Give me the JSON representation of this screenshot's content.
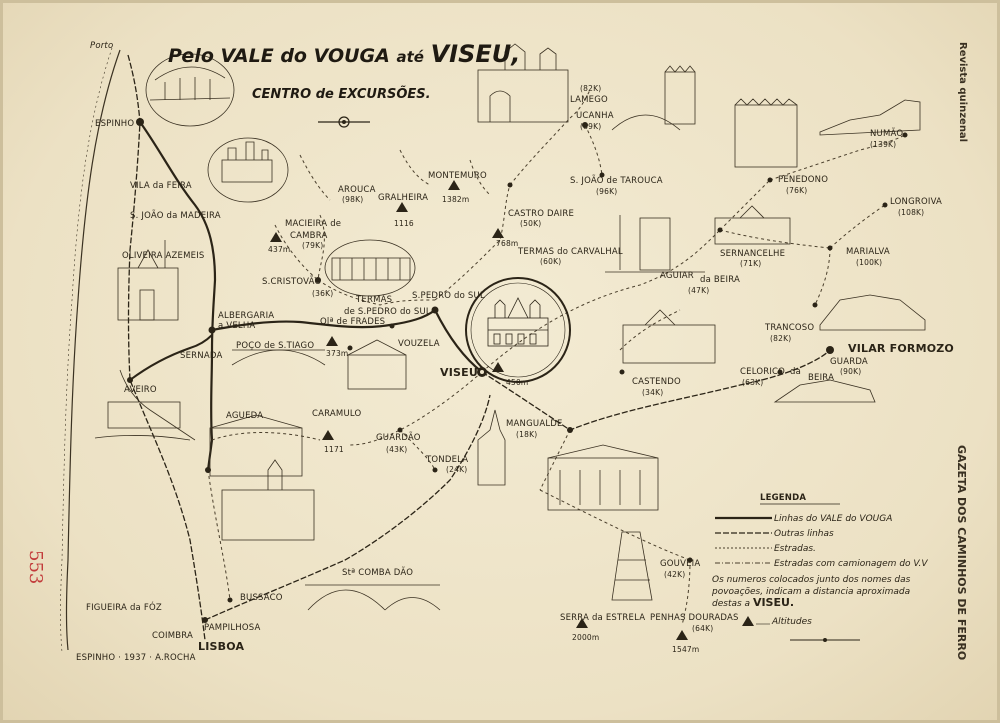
{
  "title": {
    "line1_prefix": "Pelo",
    "line1_main": "VALE do VOUGA",
    "line1_mid": "até",
    "line1_city": "VISEU,",
    "line2": "CENTRO de EXCURSÕES."
  },
  "side": {
    "magazine": "Revista quinzenal",
    "gazette": "GAZETA DOS CAMINHOS DE FERRO",
    "page_number": "553"
  },
  "signature": "ESPINHO · 1937 · A.ROCHA",
  "legend": {
    "title": "LEGENDA",
    "items": [
      "Linhas do VALE do VOUGA",
      "Outras linhas",
      "Estradas.",
      "Estradas com camionagem do V.V"
    ],
    "note_lines": [
      "Os numeros colocados junto dos nomes das",
      "povoações, indicam a distancia aproximada",
      "destas a"
    ],
    "note_city": "VISEU.",
    "altitudes": "Altitudes"
  },
  "places": [
    {
      "id": "porto",
      "name": "Porto"
    },
    {
      "id": "espinho",
      "name": "ESPINHO"
    },
    {
      "id": "vila-feira",
      "name": "VILA da FEIRA"
    },
    {
      "id": "sao-joao-madeira",
      "name": "S. JOÃO da MADEIRA"
    },
    {
      "id": "oliveira-azemeis",
      "name": "OLIVEIRA AZEMEIS"
    },
    {
      "id": "albergaria",
      "name": "ALBERGARIA"
    },
    {
      "id": "albergaria-2",
      "name": "a VELHA"
    },
    {
      "id": "sernada",
      "name": "SERNADA"
    },
    {
      "id": "poco-tiago",
      "name": "POÇO de S.TIAGO"
    },
    {
      "id": "aveiro",
      "name": "AVEIRO"
    },
    {
      "id": "agueda",
      "name": "AGUEDA"
    },
    {
      "id": "caramulo",
      "name": "CARAMULO"
    },
    {
      "id": "arouca",
      "name": "AROUCA"
    },
    {
      "id": "arouca-d",
      "name": "(98K)"
    },
    {
      "id": "macieira",
      "name": "MACIEIRA de"
    },
    {
      "id": "macieira-2",
      "name": "CAMBRA"
    },
    {
      "id": "macieira-d",
      "name": "(79K)"
    },
    {
      "id": "s-cristovao",
      "name": "S.CRISTOVÃO"
    },
    {
      "id": "s-cristovao-d",
      "name": "(36K)"
    },
    {
      "id": "gralheira",
      "name": "GRALHEIRA"
    },
    {
      "id": "montemuro",
      "name": "MONTEMURO"
    },
    {
      "id": "castro-daire",
      "name": "CASTRO DAIRE"
    },
    {
      "id": "castro-daire-d",
      "name": "(50K)"
    },
    {
      "id": "termas-carvalhal",
      "name": "TERMAS do CARVALHAL"
    },
    {
      "id": "termas-carvalhal-d",
      "name": "(60K)"
    },
    {
      "id": "termas-spedro",
      "name": "TERMAS"
    },
    {
      "id": "termas-spedro-2",
      "name": "de S.PEDRO do SUL"
    },
    {
      "id": "spedro-sul",
      "name": "S.PEDRO do SUL"
    },
    {
      "id": "oliveira-frades",
      "name": "Olª de FRADES"
    },
    {
      "id": "vouzela",
      "name": "VOUZELA"
    },
    {
      "id": "viseu",
      "name": "VISEU"
    },
    {
      "id": "lamego",
      "name": "LAMEGO"
    },
    {
      "id": "lamego-d",
      "name": "(82K)"
    },
    {
      "id": "ucanha",
      "name": "UCANHA"
    },
    {
      "id": "ucanha-d",
      "name": "(89K)"
    },
    {
      "id": "s-joao-tarouca",
      "name": "S. JOÃO de TAROUCA"
    },
    {
      "id": "s-joao-tarouca-d",
      "name": "(96K)"
    },
    {
      "id": "penedono",
      "name": "PENEDONO"
    },
    {
      "id": "penedono-d",
      "name": "(76K)"
    },
    {
      "id": "numao",
      "name": "NUMÃO"
    },
    {
      "id": "numao-d",
      "name": "(139K)"
    },
    {
      "id": "longroiva",
      "name": "LONGROIVA"
    },
    {
      "id": "longroiva-d",
      "name": "(108K)"
    },
    {
      "id": "sernancelhe",
      "name": "SERNANCELHE"
    },
    {
      "id": "sernancelhe-d",
      "name": "(71K)"
    },
    {
      "id": "marialva",
      "name": "MARIALVA"
    },
    {
      "id": "marialva-d",
      "name": "(100K)"
    },
    {
      "id": "aguiar",
      "name": "AGUIAR"
    },
    {
      "id": "aguiar-2",
      "name": "da BEIRA"
    },
    {
      "id": "aguiar-d",
      "name": "(47K)"
    },
    {
      "id": "trancoso",
      "name": "TRANCOSO"
    },
    {
      "id": "trancoso-d",
      "name": "(82K)"
    },
    {
      "id": "vilar-formozo",
      "name": "VILAR FORMOZO"
    },
    {
      "id": "guarda",
      "name": "GUARDA"
    },
    {
      "id": "guarda-d",
      "name": "(90K)"
    },
    {
      "id": "castendo",
      "name": "CASTENDO"
    },
    {
      "id": "castendo-d",
      "name": "(34K)"
    },
    {
      "id": "celorico",
      "name": "CELORICO"
    },
    {
      "id": "celorico-2",
      "name": "da"
    },
    {
      "id": "celorico-3",
      "name": "BEIRA"
    },
    {
      "id": "celorico-d",
      "name": "(63K)"
    },
    {
      "id": "mangualde",
      "name": "MANGUALDE"
    },
    {
      "id": "mangualde-d",
      "name": "(18K)"
    },
    {
      "id": "guardao",
      "name": "GUARDÃO"
    },
    {
      "id": "guardao-d",
      "name": "(43K)"
    },
    {
      "id": "tondela",
      "name": "TONDELA"
    },
    {
      "id": "tondela-d",
      "name": "(24K)"
    },
    {
      "id": "santa-comba",
      "name": "Stª COMBA DÃO"
    },
    {
      "id": "bussaco",
      "name": "BUSSACO"
    },
    {
      "id": "figueira",
      "name": "FIGUEIRA da FÓZ"
    },
    {
      "id": "pampilhosa",
      "name": "PAMPILHOSA"
    },
    {
      "id": "coimbra",
      "name": "COIMBRA"
    },
    {
      "id": "lisboa",
      "name": "LISBOA"
    },
    {
      "id": "gouveia",
      "name": "GOUVEIA"
    },
    {
      "id": "gouveia-d",
      "name": "(42K)"
    },
    {
      "id": "serra-estrela",
      "name": "SERRA da ESTRELA"
    },
    {
      "id": "penhas-douradas",
      "name": "PENHAS DOURADAS"
    },
    {
      "id": "penhas-douradas-d",
      "name": "(64K)"
    }
  ],
  "altitudes": [
    {
      "id": "macieira",
      "label": "437m"
    },
    {
      "id": "gralheira",
      "label": "1116"
    },
    {
      "id": "montemuro",
      "label": "1382m"
    },
    {
      "id": "castro-daire",
      "label": "768m"
    },
    {
      "id": "oliveira-frades",
      "label": "373m"
    },
    {
      "id": "viseu",
      "label": "450m"
    },
    {
      "id": "caramulo",
      "label": "1171"
    },
    {
      "id": "serra-estrela",
      "label": "2000m"
    },
    {
      "id": "penhas-douradas",
      "label": "1547m"
    }
  ]
}
